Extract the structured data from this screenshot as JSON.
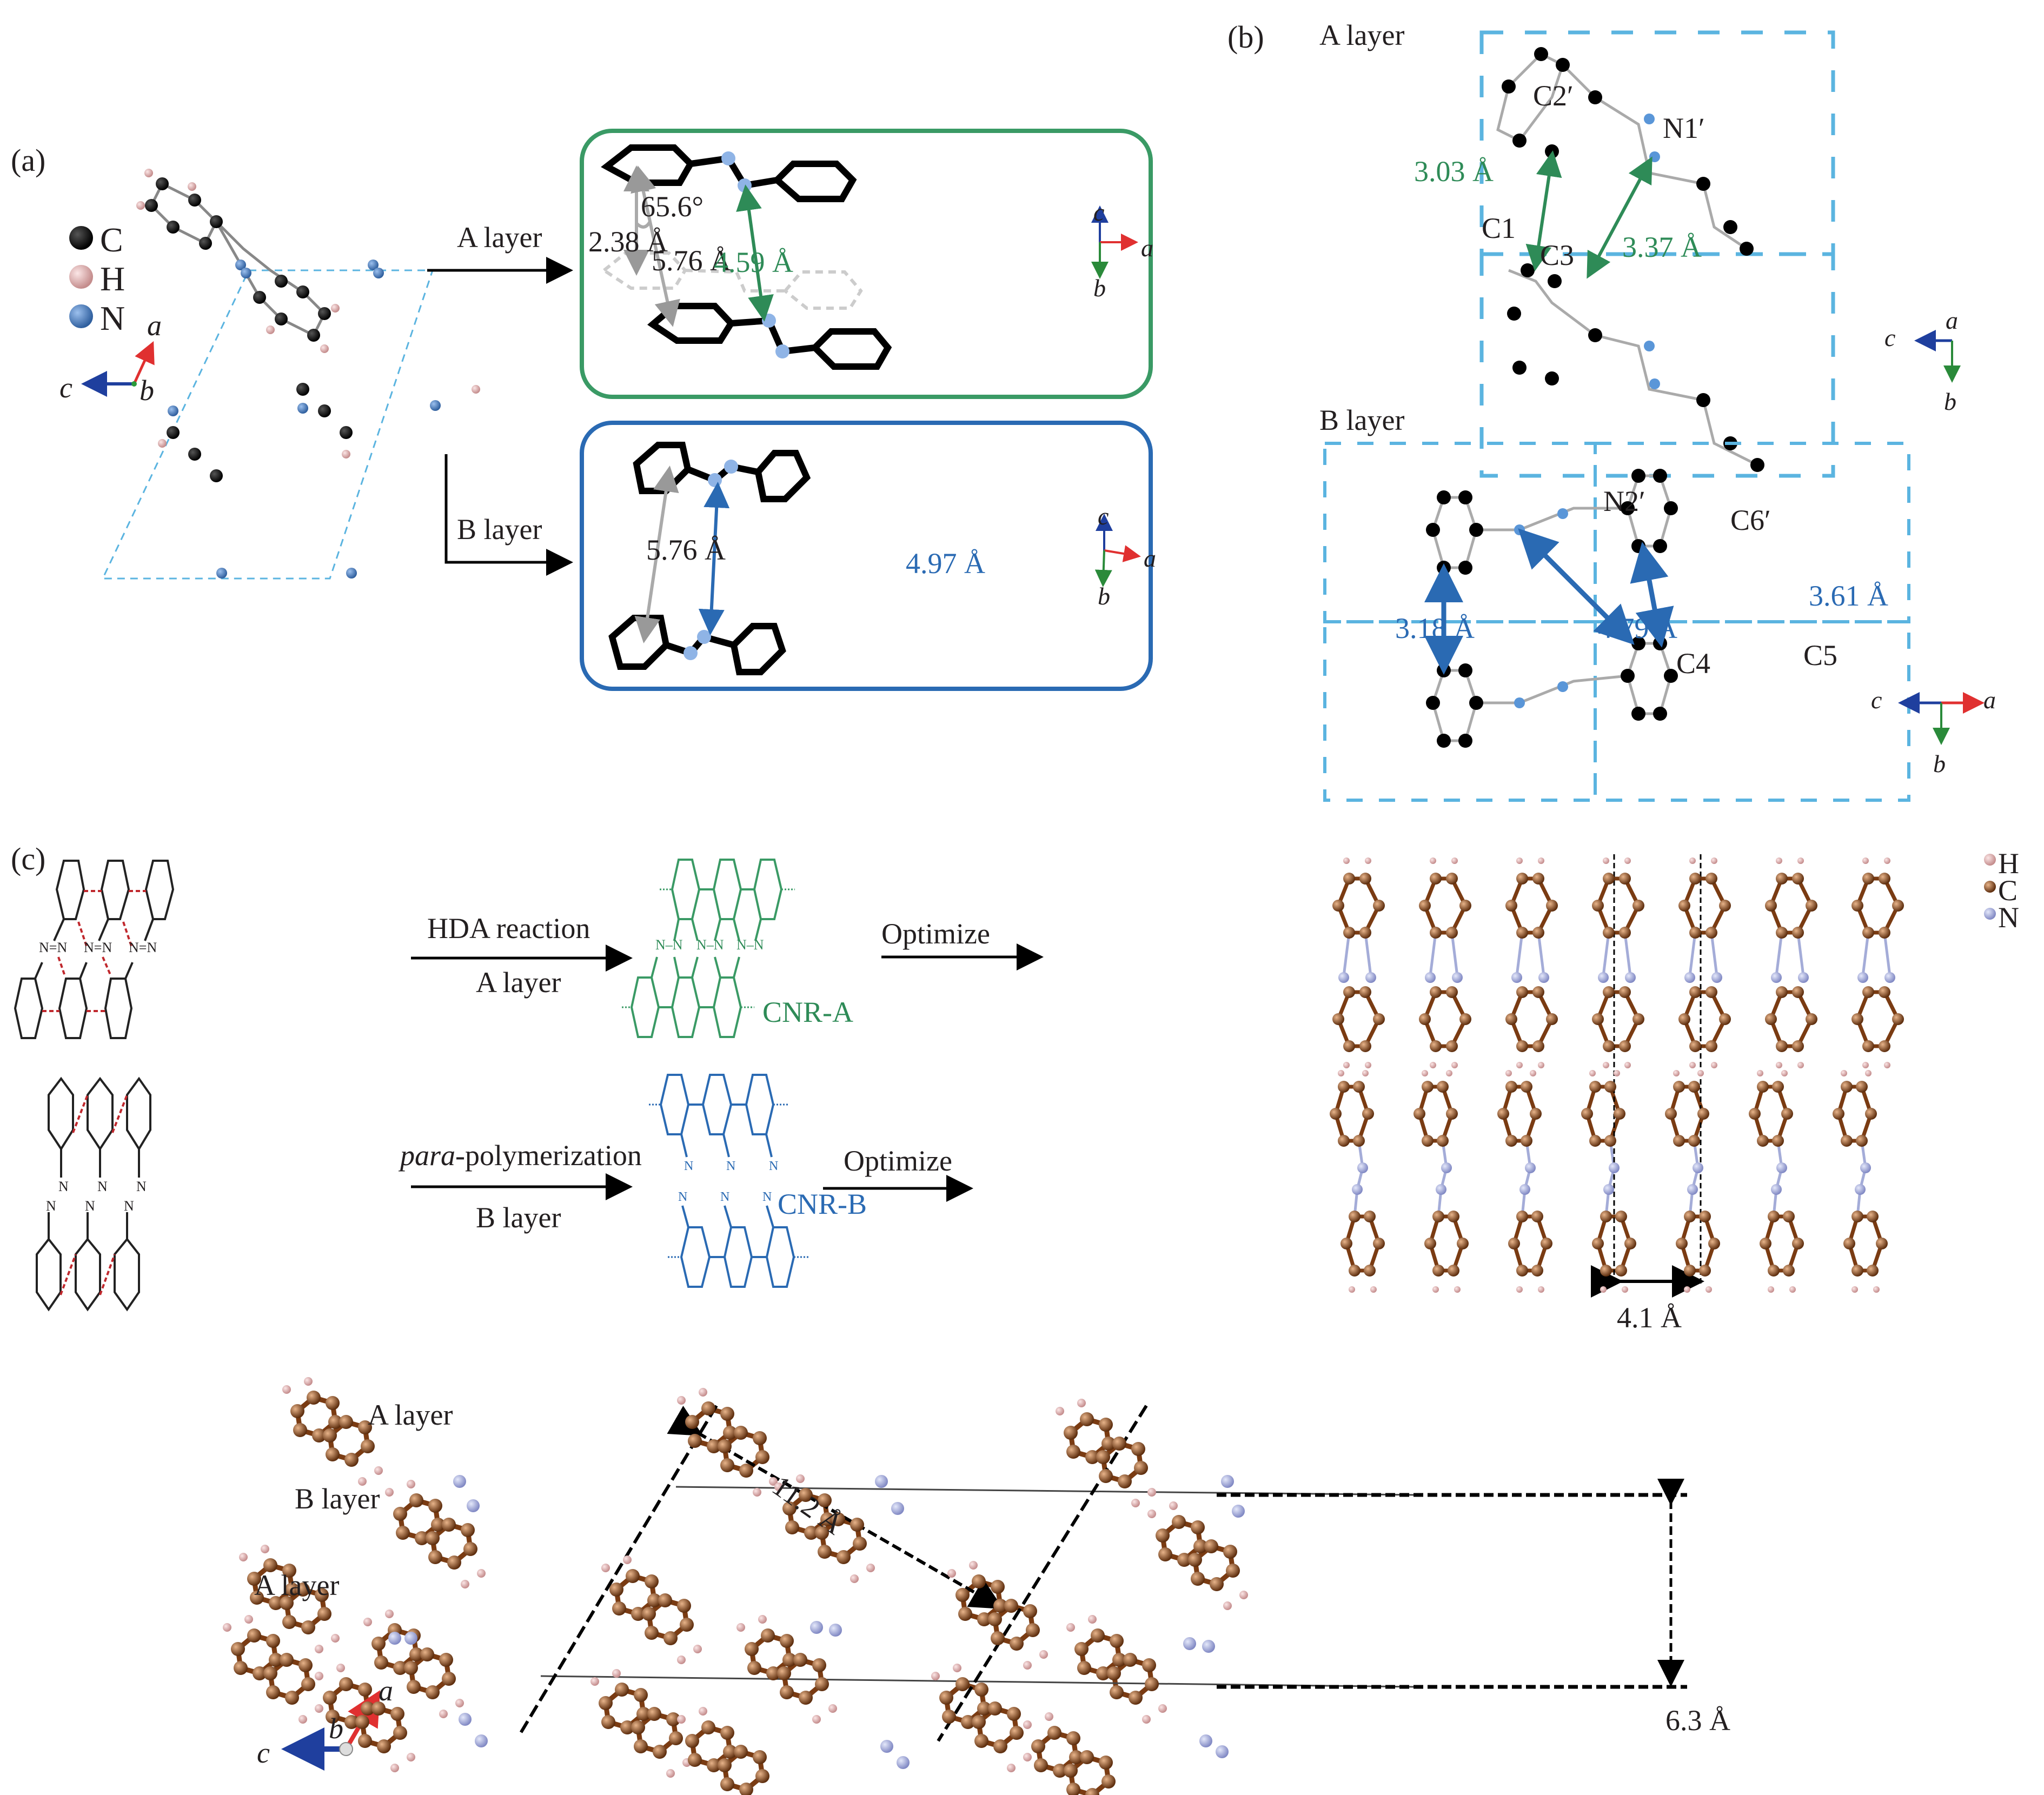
{
  "figure": {
    "panels": {
      "a": {
        "label": "(a)",
        "legend": [
          {
            "symbol": "C",
            "color": "#000000"
          },
          {
            "symbol": "H",
            "color": "#e8b4b4"
          },
          {
            "symbol": "N",
            "color": "#4a7fc1"
          }
        ],
        "axes": {
          "x": "c",
          "y": "a",
          "z": "b"
        },
        "arrow_a_label": "A layer",
        "arrow_b_label": "B layer",
        "a_layer_box": {
          "border_color": "#3a9a65",
          "measurements": {
            "offset": "2.38 Å",
            "angle": "65.6°",
            "centroid_distance": "5.76 Å",
            "nn_distance": "4.59 Å"
          },
          "axes": {
            "up": "c",
            "right": "a",
            "down": "b"
          }
        },
        "b_layer_box": {
          "border_color": "#2a6ab3",
          "measurements": {
            "centroid_distance": "5.76 Å",
            "nn_distance": "4.97 Å"
          },
          "axes": {
            "up": "c",
            "right": "a",
            "down": "b"
          }
        }
      },
      "b": {
        "label": "(b)",
        "a_layer": {
          "title": "A layer",
          "atoms": [
            "C2′",
            "N1′",
            "C1",
            "C3"
          ],
          "distances": [
            "3.03 Å",
            "3.37 Å"
          ],
          "axes": {
            "left": "c",
            "top": "a",
            "down": "b"
          }
        },
        "b_layer": {
          "title": "B layer",
          "atoms": [
            "N2′",
            "C6′",
            "C4",
            "C5"
          ],
          "distances": [
            "3.18 Å",
            "4.79 Å",
            "3.61 Å"
          ],
          "axes": {
            "left": "c",
            "right": "a",
            "down": "b"
          }
        }
      },
      "c": {
        "label": "(c)",
        "row1": {
          "reaction_label": "HDA reaction",
          "layer_label": "A layer",
          "product": "CNR-A",
          "azo": "N=N",
          "product_bond": "N–N",
          "step": "Optimize"
        },
        "row2": {
          "reaction_label_italic": "para",
          "reaction_label_rest": "-polymerization",
          "layer_label": "B layer",
          "product": "CNR-B",
          "azo_atom": "N",
          "step": "Optimize"
        },
        "legend": [
          {
            "symbol": "H",
            "color": "#f2c4c4"
          },
          {
            "symbol": "C",
            "color": "#8b4a1c"
          },
          {
            "symbol": "N",
            "color": "#a4acd8"
          }
        ],
        "period": "4.1 Å",
        "stack": {
          "layers": [
            "A layer",
            "B layer",
            "A layer"
          ],
          "diagonal": "11.2 Å",
          "interlayer": "6.3 Å",
          "axes": {
            "left": "c",
            "mid": "b",
            "up": "a"
          }
        }
      }
    }
  }
}
